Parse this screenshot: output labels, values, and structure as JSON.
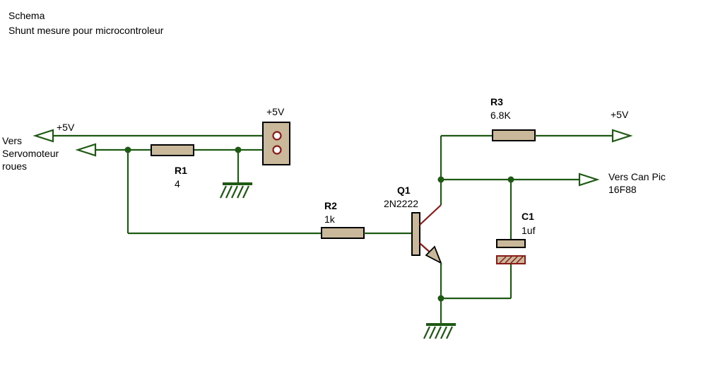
{
  "header": {
    "title": "Schema",
    "subtitle": "Shunt mesure pour microcontroleur"
  },
  "left_terminals": {
    "supply_label": "+5V",
    "destination": [
      "Vers",
      "Servomoteur",
      "roues"
    ]
  },
  "connector": {
    "label": "+5V"
  },
  "components": {
    "r1": {
      "ref": "R1",
      "value": "4"
    },
    "r2": {
      "ref": "R2",
      "value": "1k"
    },
    "r3": {
      "ref": "R3",
      "value": "6.8K"
    },
    "q1": {
      "ref": "Q1",
      "value": "2N2222"
    },
    "c1": {
      "ref": "C1",
      "value": "1uf"
    }
  },
  "right_terminals": {
    "supply_label": "+5V",
    "output_label": [
      "Vers Can Pic",
      "16F88"
    ]
  },
  "colors": {
    "wire": "#1f5a14",
    "component_body": "#c9b99a",
    "component_lead": "#8a1a1a"
  }
}
